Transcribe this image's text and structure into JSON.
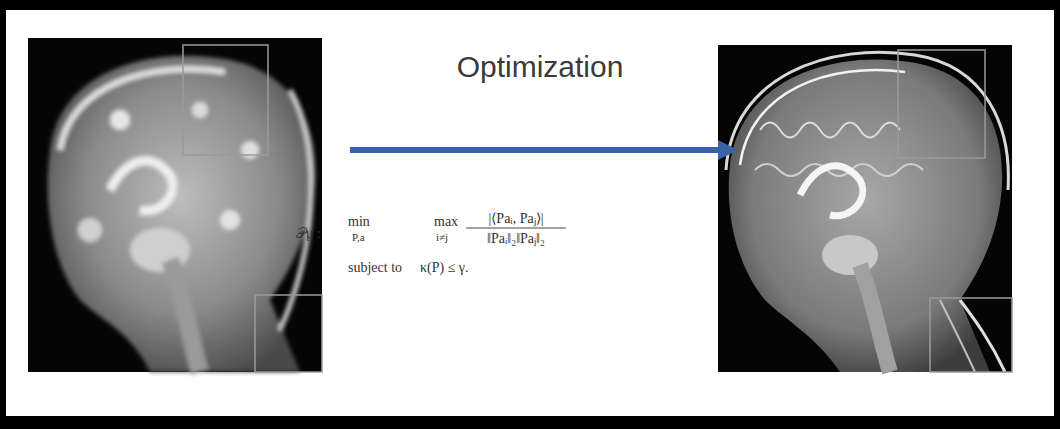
{
  "diagram": {
    "labels": [
      "Optimization",
      "𝒫μ :",
      "min",
      "P,a",
      "max",
      "i≠j",
      "|⟨Paᵢ, Paⱼ⟩|",
      "‖Paᵢ‖₂‖Paⱼ‖₂",
      "subject to",
      "κ(P) ≤ γ."
    ]
  }
}
